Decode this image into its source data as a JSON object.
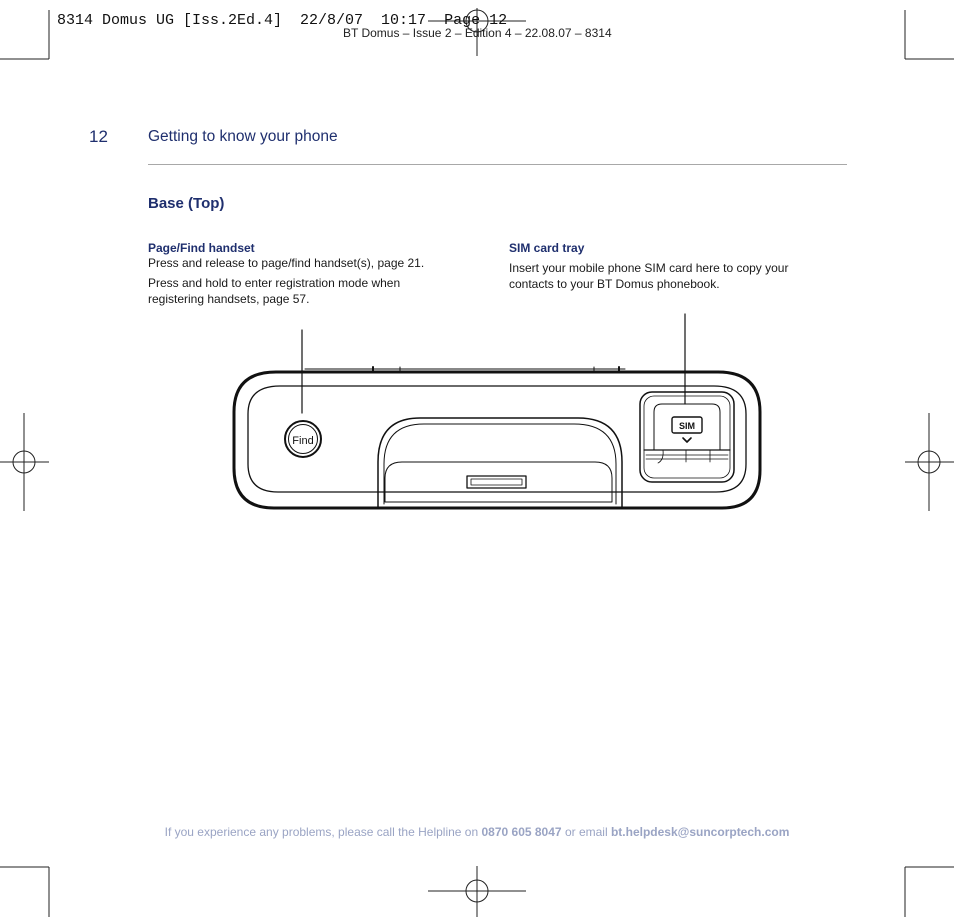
{
  "print_slug": {
    "line1": "8314 Domus UG [Iss.2Ed.4]  22/8/07  10:17  Page 12",
    "line2": "BT Domus – Issue 2 – Edition 4 – 22.08.07 – 8314"
  },
  "header": {
    "page_number": "12",
    "section": "Getting to know your phone"
  },
  "section_title": "Base (Top)",
  "callouts": [
    {
      "heading": "Page/Find handset",
      "paragraphs": [
        "Press and release to page/find handset(s), page 21.",
        "Press and hold to enter registration mode when registering handsets, page 57."
      ]
    },
    {
      "heading": "SIM card tray",
      "paragraphs": [
        "Insert your mobile phone SIM card here to copy your contacts to your BT Domus phonebook."
      ]
    }
  ],
  "figure": {
    "find_label": "Find",
    "sim_label": "SIM"
  },
  "footer": {
    "prefix": "If you experience any problems, please call the Helpline on",
    "phone": "0870 605 8047",
    "middle": "or email",
    "email": "bt.helpdesk@suncorptech.com"
  },
  "colors": {
    "heading_blue": "#1f2f6e",
    "footer_grey_blue": "#9aa4c4"
  }
}
